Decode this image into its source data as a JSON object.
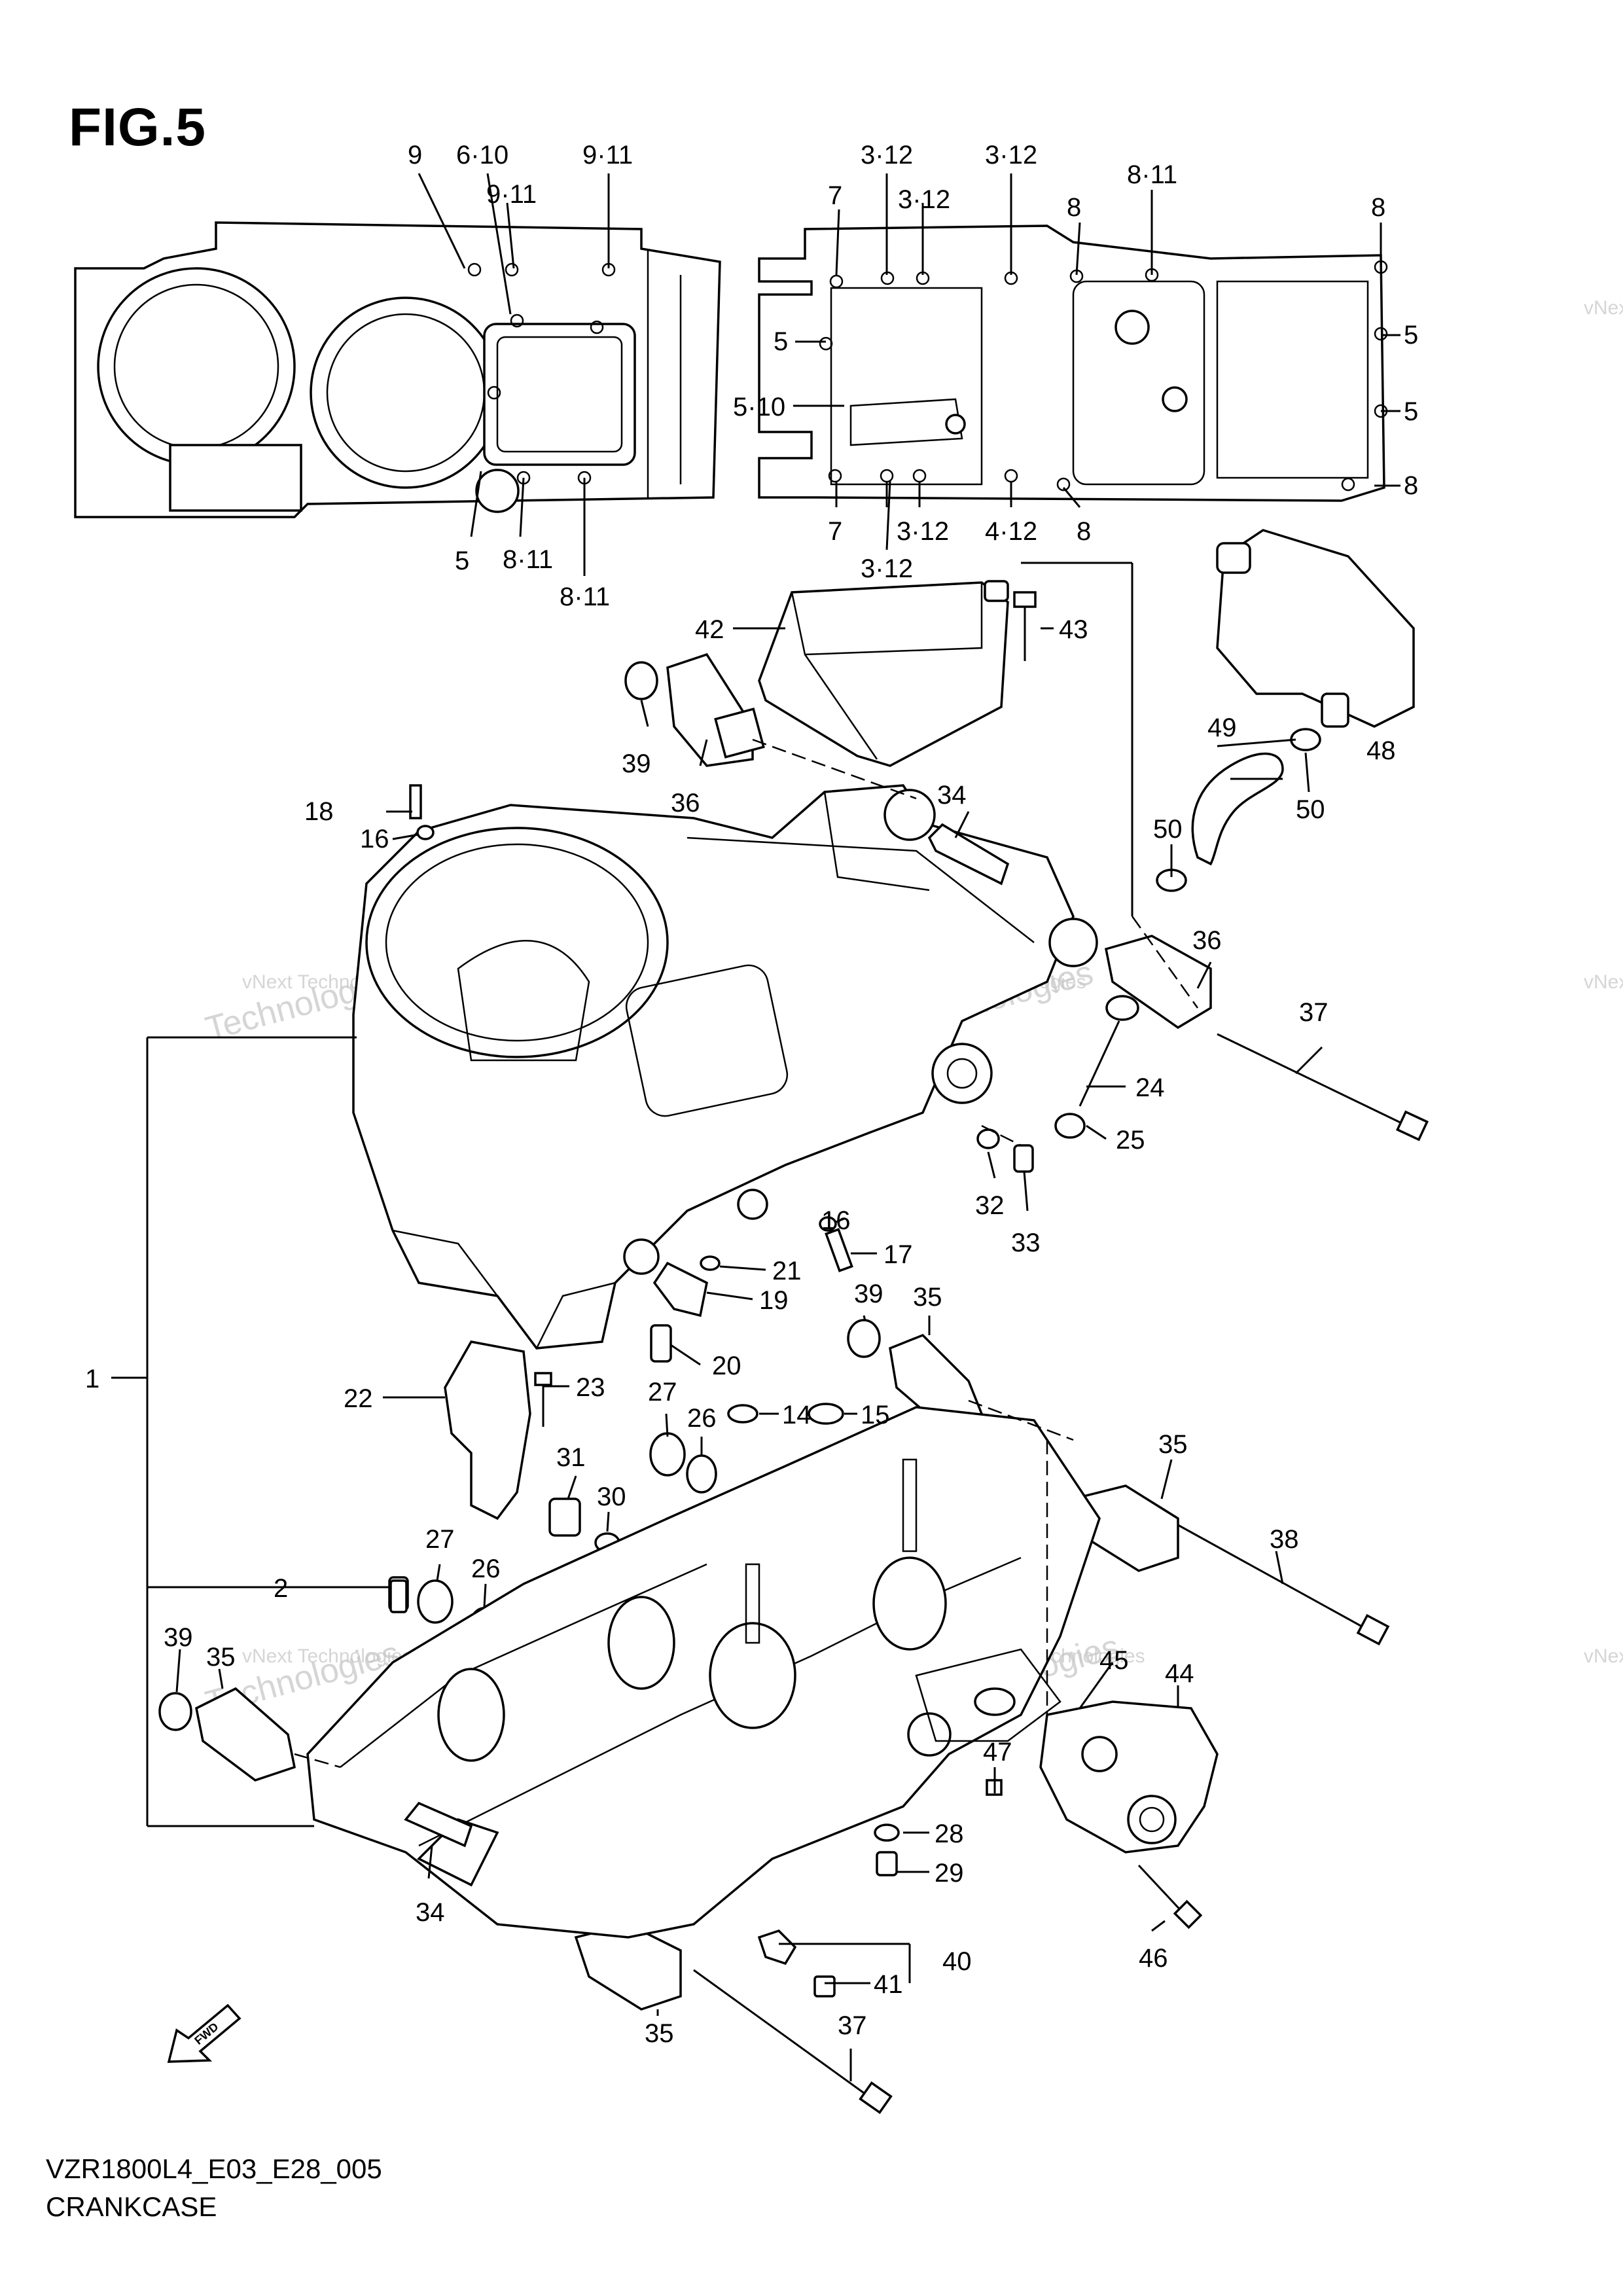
{
  "figure": {
    "title": "FIG.5"
  },
  "footer": {
    "code": "VZR1800L4_E03_E28_005",
    "name": "CRANKCASE"
  },
  "watermark": {
    "line1": "vNext Technologies",
    "line2": "Technologies"
  },
  "arrow": {
    "label": "FWD"
  },
  "callouts": [
    {
      "id": "c-9-top",
      "text": "9"
    },
    {
      "id": "c-6-10",
      "text": "6·10"
    },
    {
      "id": "c-9-11-a",
      "text": "9·11"
    },
    {
      "id": "c-9-11-b",
      "text": "9·11"
    },
    {
      "id": "c-5-left",
      "text": "5"
    },
    {
      "id": "c-8-11-a",
      "text": "8·11"
    },
    {
      "id": "c-8-11-b",
      "text": "8·11"
    },
    {
      "id": "c-3-12-a",
      "text": "3·12"
    },
    {
      "id": "c-3-12-b",
      "text": "3·12"
    },
    {
      "id": "c-3-12-c",
      "text": "3·12"
    },
    {
      "id": "c-7-top",
      "text": "7"
    },
    {
      "id": "c-8-a",
      "text": "8"
    },
    {
      "id": "c-8-11-c",
      "text": "8·11"
    },
    {
      "id": "c-8-b",
      "text": "8"
    },
    {
      "id": "c-5-a",
      "text": "5"
    },
    {
      "id": "c-5-10",
      "text": "5·10"
    },
    {
      "id": "c-5-b",
      "text": "5"
    },
    {
      "id": "c-5-c",
      "text": "5"
    },
    {
      "id": "c-8-c",
      "text": "8"
    },
    {
      "id": "c-7-bottom",
      "text": "7"
    },
    {
      "id": "c-3-12-d",
      "text": "3·12"
    },
    {
      "id": "c-4-12",
      "text": "4·12"
    },
    {
      "id": "c-8-d",
      "text": "8"
    },
    {
      "id": "c-3-12-e",
      "text": "3·12"
    },
    {
      "id": "c-42",
      "text": "42"
    },
    {
      "id": "c-43",
      "text": "43"
    },
    {
      "id": "c-48",
      "text": "48"
    },
    {
      "id": "c-49",
      "text": "49"
    },
    {
      "id": "c-50-a",
      "text": "50"
    },
    {
      "id": "c-50-b",
      "text": "50"
    },
    {
      "id": "c-39-a",
      "text": "39"
    },
    {
      "id": "c-36-a",
      "text": "36"
    },
    {
      "id": "c-34-a",
      "text": "34"
    },
    {
      "id": "c-18",
      "text": "18"
    },
    {
      "id": "c-16-a",
      "text": "16"
    },
    {
      "id": "c-36-b",
      "text": "36"
    },
    {
      "id": "c-37-a",
      "text": "37"
    },
    {
      "id": "c-24",
      "text": "24"
    },
    {
      "id": "c-25",
      "text": "25"
    },
    {
      "id": "c-32",
      "text": "32"
    },
    {
      "id": "c-33",
      "text": "33"
    },
    {
      "id": "c-16-b",
      "text": "16"
    },
    {
      "id": "c-17",
      "text": "17"
    },
    {
      "id": "c-21",
      "text": "21"
    },
    {
      "id": "c-19",
      "text": "19"
    },
    {
      "id": "c-39-b",
      "text": "39"
    },
    {
      "id": "c-35-a",
      "text": "35"
    },
    {
      "id": "c-20",
      "text": "20"
    },
    {
      "id": "c-1",
      "text": "1"
    },
    {
      "id": "c-22",
      "text": "22"
    },
    {
      "id": "c-23",
      "text": "23"
    },
    {
      "id": "c-27-a",
      "text": "27"
    },
    {
      "id": "c-26-a",
      "text": "26"
    },
    {
      "id": "c-14",
      "text": "14"
    },
    {
      "id": "c-15",
      "text": "15"
    },
    {
      "id": "c-31",
      "text": "31"
    },
    {
      "id": "c-30",
      "text": "30"
    },
    {
      "id": "c-35-b",
      "text": "35"
    },
    {
      "id": "c-38",
      "text": "38"
    },
    {
      "id": "c-27-b",
      "text": "27"
    },
    {
      "id": "c-26-b",
      "text": "26"
    },
    {
      "id": "c-2",
      "text": "2"
    },
    {
      "id": "c-39-c",
      "text": "39"
    },
    {
      "id": "c-35-c",
      "text": "35"
    },
    {
      "id": "c-45",
      "text": "45"
    },
    {
      "id": "c-44",
      "text": "44"
    },
    {
      "id": "c-47",
      "text": "47"
    },
    {
      "id": "c-28",
      "text": "28"
    },
    {
      "id": "c-29",
      "text": "29"
    },
    {
      "id": "c-34-b",
      "text": "34"
    },
    {
      "id": "c-40",
      "text": "40"
    },
    {
      "id": "c-41",
      "text": "41"
    },
    {
      "id": "c-46",
      "text": "46"
    },
    {
      "id": "c-35-d",
      "text": "35"
    },
    {
      "id": "c-37-b",
      "text": "37"
    }
  ]
}
